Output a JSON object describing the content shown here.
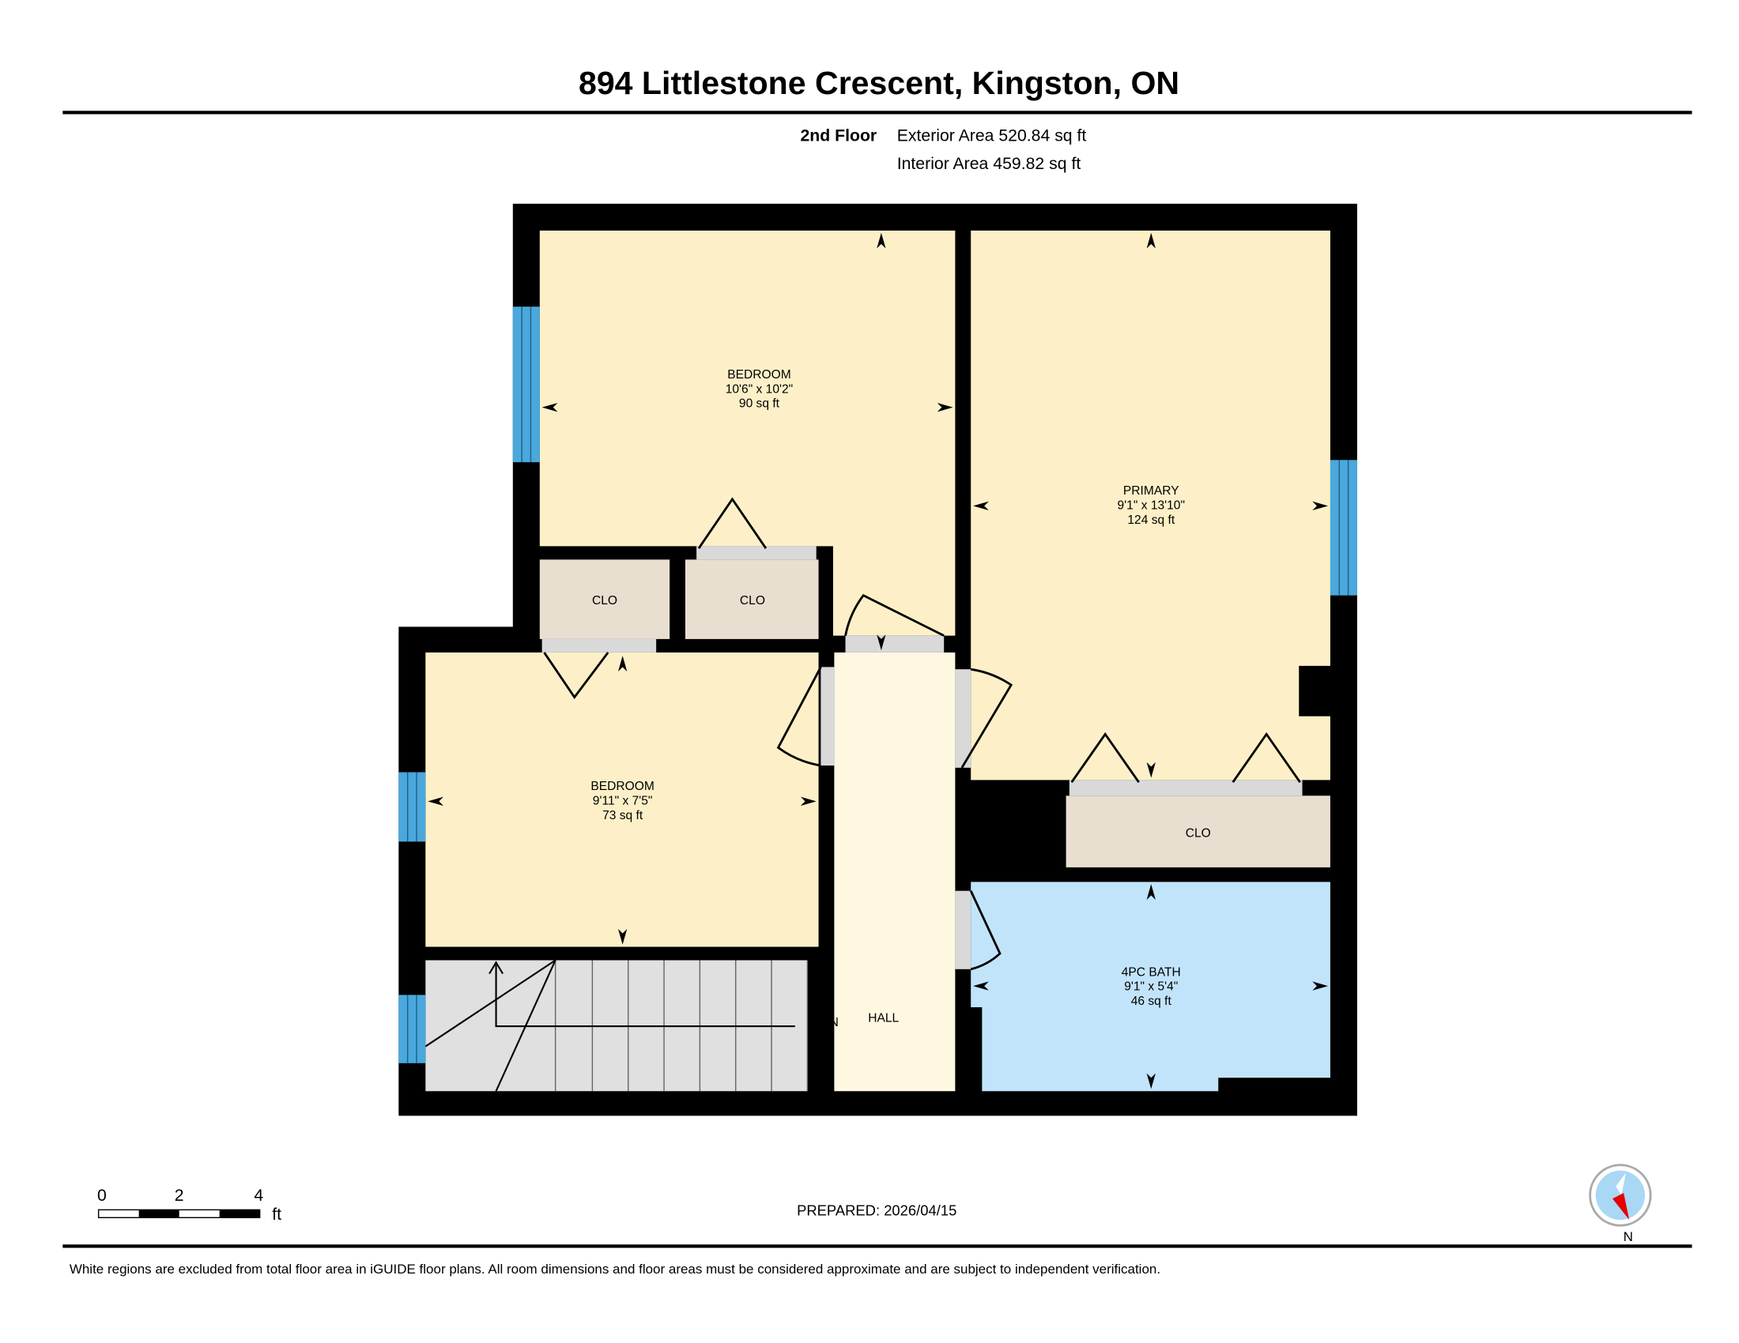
{
  "header": {
    "title": "894 Littlestone Crescent, Kingston, ON",
    "floor": "2nd Floor",
    "exterior_area": "Exterior Area 520.84 sq ft",
    "interior_area": "Interior Area 459.82 sq ft"
  },
  "rooms": {
    "bedroom1": {
      "name": "BEDROOM",
      "dims": "10'6\" x 10'2\"",
      "area": "90 sq ft"
    },
    "primary": {
      "name": "PRIMARY",
      "dims": "9'1\" x 13'10\"",
      "area": "124 sq ft"
    },
    "bedroom2": {
      "name": "BEDROOM",
      "dims": "9'11\" x 7'5\"",
      "area": "73 sq ft"
    },
    "bath": {
      "name": "4PC BATH",
      "dims": "9'1\" x 5'4\"",
      "area": "46 sq ft"
    },
    "clo1": {
      "name": "CLO"
    },
    "clo2": {
      "name": "CLO"
    },
    "clo3": {
      "name": "CLO"
    },
    "hall": {
      "name": "HALL"
    },
    "stairs": {
      "name": "DN"
    }
  },
  "colors": {
    "room": "#fdf0c8",
    "closet": "#e8dfd0",
    "hall": "#fff8e1",
    "bath": "#c2e4fb",
    "window": "#4aa8dc",
    "stairs": "#e0e0e0"
  },
  "scale": {
    "labels": [
      "0",
      "2",
      "4"
    ],
    "unit": "ft"
  },
  "prepared": "PREPARED: 2026/04/15",
  "compass": {
    "label": "N"
  },
  "footer": {
    "disclaimer": "White regions are excluded from total floor area in iGUIDE floor plans. All room dimensions and floor areas must be considered approximate and are subject to independent verification."
  }
}
